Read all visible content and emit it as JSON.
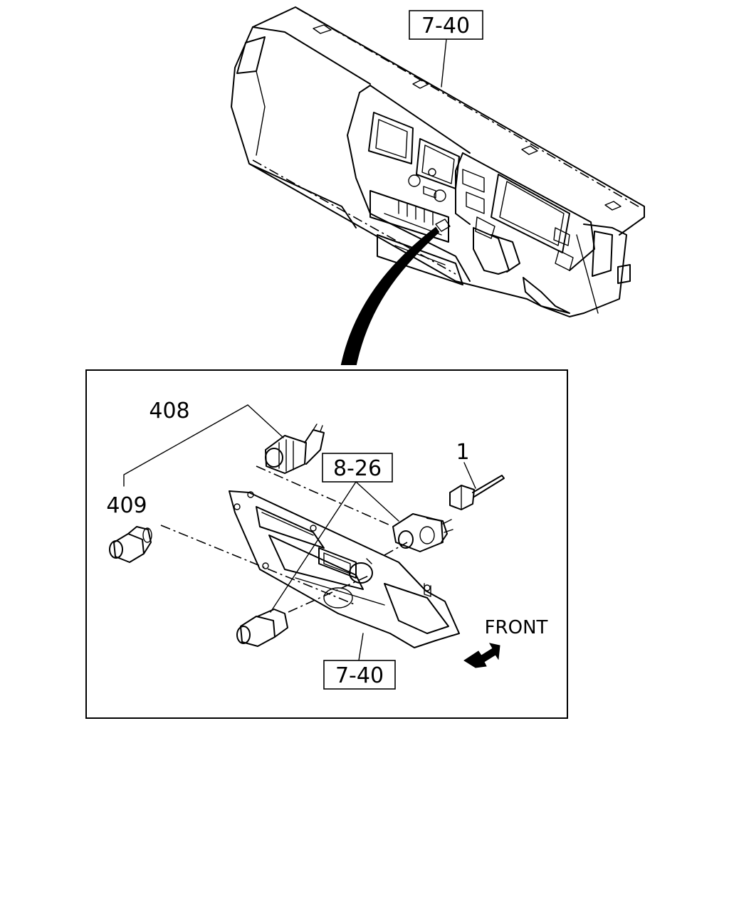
{
  "callouts": {
    "top_ref": "7-40",
    "part_408": "408",
    "part_409": "409",
    "ref_826": "8-26",
    "part_1": "1",
    "bottom_ref": "7-40",
    "front": "FRONT"
  }
}
